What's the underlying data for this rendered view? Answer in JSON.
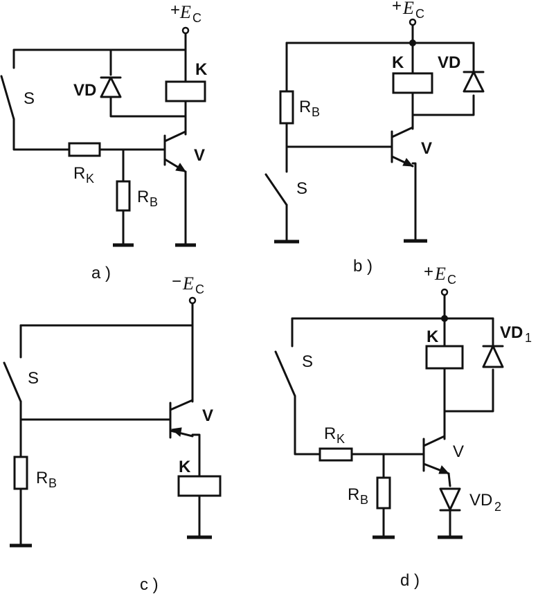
{
  "panels": [
    {
      "caption": "a )",
      "supply": {
        "sign": "+",
        "symbol": "E",
        "sub": "C"
      },
      "labels": {
        "switch": "S",
        "diode": "VD",
        "relay": "K",
        "rk": "R",
        "rk_sub": "K",
        "rb": "R",
        "rb_sub": "B",
        "transistor": "V"
      }
    },
    {
      "caption": "b )",
      "supply": {
        "sign": "+",
        "symbol": "E",
        "sub": "C"
      },
      "labels": {
        "switch": "S",
        "diode": "VD",
        "relay": "K",
        "rb": "R",
        "rb_sub": "B",
        "transistor": "V"
      }
    },
    {
      "caption": "c )",
      "supply": {
        "sign": "−",
        "symbol": "E",
        "sub": "C"
      },
      "labels": {
        "switch": "S",
        "relay": "K",
        "rb": "R",
        "rb_sub": "B",
        "transistor": "V"
      }
    },
    {
      "caption": "d )",
      "supply": {
        "sign": "+",
        "symbol": "E",
        "sub": "C"
      },
      "labels": {
        "switch": "S",
        "diode1": "VD",
        "diode1_sub": "1",
        "relay": "K",
        "rk": "R",
        "rk_sub": "K",
        "rb": "R",
        "rb_sub": "B",
        "transistor": "V",
        "diode2": "VD",
        "diode2_sub": "2"
      }
    }
  ]
}
